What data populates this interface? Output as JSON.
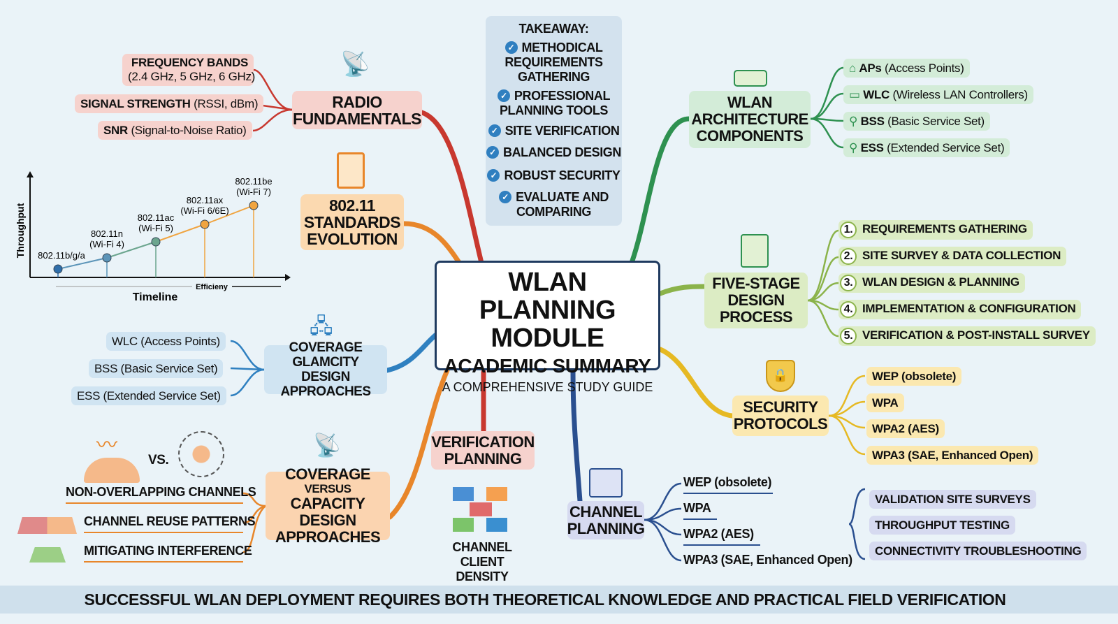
{
  "center": {
    "title": "WLAN PLANNING MODULE",
    "subtitle": "ACADEMIC SUMMARY",
    "tagline": "A COMPREHENSIVE STUDY GUIDE"
  },
  "takeaway": {
    "heading": "TAKEAWAY:",
    "items": [
      "METHODICAL REQUIREMENTS GATHERING",
      "PROFESSIONAL PLANNING TOOLS",
      "SITE VERIFICATION",
      "BALANCED DESIGN",
      "ROBUST SECURITY",
      "EVALUATE AND COMPARING"
    ]
  },
  "radio": {
    "title": "RADIO FUNDAMENTALS",
    "items": [
      {
        "bold": "FREQUENCY BANDS",
        "rest": "(2.4 GHz, 5 GHz, 6 GHz)"
      },
      {
        "bold": "SIGNAL STRENGTH",
        "rest": "(RSSI, dBm)"
      },
      {
        "bold": "SNR",
        "rest": "(Signal-to-Noise Ratio)"
      }
    ]
  },
  "standards": {
    "title": "802.11 STANDARDS EVOLUTION"
  },
  "chart_data": {
    "type": "line",
    "ylabel": "Throughput",
    "xlabel": "Timeline",
    "arrow_label": "Efficieny",
    "points": [
      {
        "label": "802.11b/g/a",
        "sub": ""
      },
      {
        "label": "802.11n",
        "sub": "(Wi-Fi 4)"
      },
      {
        "label": "802.11ac",
        "sub": "(Wi-Fi 5)"
      },
      {
        "label": "802.11ax",
        "sub": "(Wi-Fi 6/6E)"
      },
      {
        "label": "802.11be",
        "sub": "(Wi-Fi 7)"
      }
    ],
    "values": [
      1,
      2,
      3,
      4,
      5
    ],
    "colors": [
      "#2f6eaa",
      "#5b94b8",
      "#6ba58e",
      "#f0a440",
      "#f0a440"
    ]
  },
  "glamcity": {
    "title": "COVERAGE GLAMCITY DESIGN APPROACHES",
    "items": [
      "WLC (Access Points)",
      "BSS (Basic Service Set)",
      "ESS (Extended Service Set)"
    ]
  },
  "capacity": {
    "title1": "COVERAGE",
    "title2": "VERSUS",
    "title3": "CAPACITY DESIGN APPROACHES",
    "vs": "VS.",
    "items": [
      "NON-OVERLAPPING CHANNELS",
      "CHANNEL REUSE PATTERNS",
      "MITIGATING INTERFERENCE"
    ]
  },
  "verification": {
    "title": "VERIFICATION PLANNING",
    "caption": "CHANNEL CLIENT DENSITY"
  },
  "channel": {
    "title": "CHANNEL PLANNING",
    "items": [
      "WEP (obsolete)",
      "WPA",
      "WPA2 (AES)",
      "WPA3 (SAE, Enhanced Open)"
    ]
  },
  "verify_list": {
    "items": [
      "VALIDATION SITE SURVEYS",
      "THROUGHPUT TESTING",
      "CONNECTIVITY TROUBLESHOOTING"
    ]
  },
  "security": {
    "title": "SECURITY PROTOCOLS",
    "items": [
      "WEP (obsolete)",
      "WPA",
      "WPA2 (AES)",
      "WPA3 (SAE, Enhanced Open)"
    ]
  },
  "five": {
    "title": "FIVE-STAGE DESIGN PROCESS",
    "steps": [
      {
        "n": "1.",
        "t": "REQUIREMENTS GATHERING"
      },
      {
        "n": "2.",
        "t": "SITE SURVEY & DATA COLLECTION"
      },
      {
        "n": "3.",
        "t": "WLAN DESIGN & PLANNING"
      },
      {
        "n": "4.",
        "t": "IMPLEMENTATION & CONFIGURATION"
      },
      {
        "n": "5.",
        "t": "VERIFICATION & POST-INSTALL SURVEY"
      }
    ]
  },
  "arch": {
    "title": "WLAN ARCHITECTURE COMPONENTS",
    "items": [
      {
        "bold": "APs",
        "rest": "(Access Points)"
      },
      {
        "bold": "WLC",
        "rest": "(Wireless LAN Controllers)"
      },
      {
        "bold": "BSS",
        "rest": "(Basic Service Set)"
      },
      {
        "bold": "ESS",
        "rest": "(Extended Service Set)"
      }
    ]
  },
  "footer": "SUCCESSFUL WLAN DEPLOYMENT REQUIRES BOTH THEORETICAL KNOWLEDGE AND PRACTICAL FIELD VERIFICATION",
  "colors": {
    "radio": "#c8382f",
    "standards": "#e8862a",
    "glamcity": "#2f80c0",
    "capacity": "#e8862a",
    "verification": "#c8382f",
    "channel": "#2a4f8f",
    "security": "#e6b923",
    "five": "#8bb34a",
    "arch": "#2e9150"
  }
}
